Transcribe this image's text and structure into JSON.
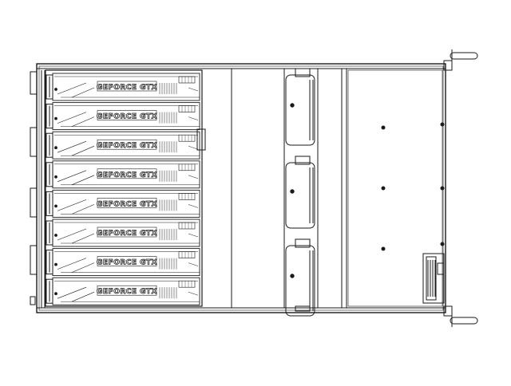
{
  "diagram": {
    "gpu_card_label": "GEFORCE GTX",
    "gpu_count": 8,
    "fan_count": 3,
    "line_color": "#1a1a1a",
    "background_color": "#ffffff"
  }
}
